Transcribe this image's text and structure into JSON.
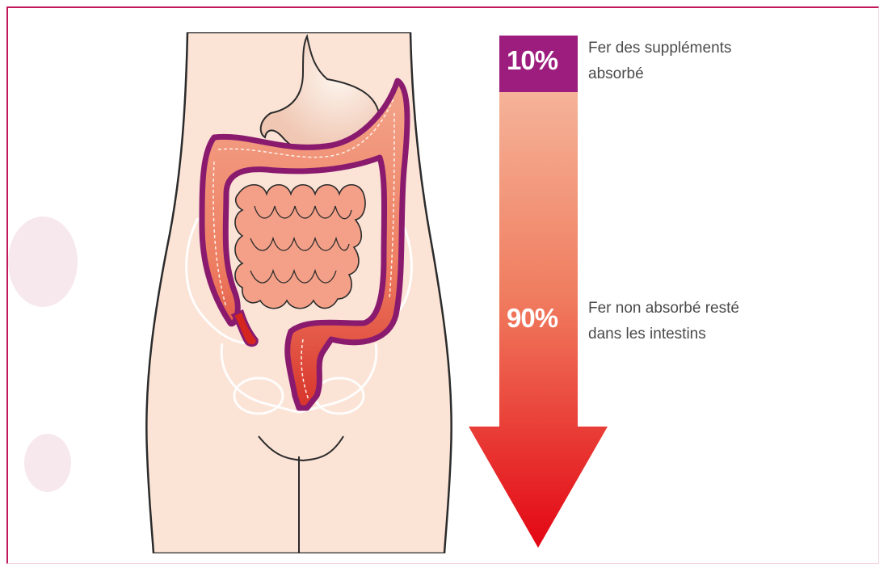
{
  "absorbed": {
    "percent": "10%",
    "label_line1": "Fer des suppléments",
    "label_line2": "absorbé",
    "fraction": 0.1,
    "color": "#9c1d7e"
  },
  "not_absorbed": {
    "percent": "90%",
    "label_line1": "Fer non absorbé resté",
    "label_line2": "dans les intestins",
    "fraction": 0.9,
    "color_top": "#f5b398",
    "color_bottom": "#e30613"
  },
  "colors": {
    "border": "#c2185b",
    "skin": "#fbe3d6",
    "outline": "#2b2b2b",
    "intestine": "#f08f73",
    "colon_outline": "#8a1a6e",
    "rectum": "#d4261f",
    "label_text": "#4b4b4b"
  }
}
